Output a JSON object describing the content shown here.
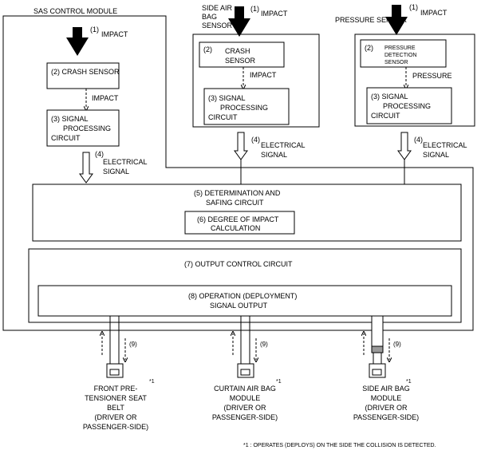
{
  "labels": {
    "sas_control_module": "SAS CONTROL MODULE",
    "side_air_bag_sensor": [
      "SIDE AIR",
      "BAG",
      "SENSOR"
    ],
    "pressure_sensor": "PRESSURE SENSOR",
    "impact_num": "(1)",
    "impact": "IMPACT",
    "crash_sensor_num": "(2)",
    "crash_sensor": "CRASH SENSOR",
    "crash_sensor_lines": [
      "CRASH",
      "SENSOR"
    ],
    "pressure_detection_sensor_num": "(2)",
    "pressure_detection_sensor": [
      "PRESSURE",
      "DETECTION",
      "SENSOR"
    ],
    "pressure": "PRESSURE",
    "signal_processing_num": "(3)",
    "signal_processing": [
      "SIGNAL",
      "PROCESSING",
      "CIRCUIT"
    ],
    "electrical_signal_num": "(4)",
    "electrical_signal": [
      "ELECTRICAL",
      "SIGNAL"
    ],
    "determination_num": "(5)",
    "determination": [
      "DETERMINATION AND",
      "SAFING CIRCUIT"
    ],
    "degree_num": "(6)",
    "degree": [
      "DEGREE OF IMPACT",
      "CALCULATION"
    ],
    "output_control_num": "(7)",
    "output_control": "OUTPUT CONTROL  CIRCUIT",
    "operation_num": "(8)",
    "operation": [
      "OPERATION (DEPLOYMENT)",
      "SIGNAL OUTPUT"
    ],
    "feedback_num": "(9)",
    "note_ref": "*1",
    "front_pretensioner": [
      "FRONT PRE-",
      "TENSIONER SEAT",
      "BELT",
      "(DRIVER OR",
      "PASSENGER-SIDE)"
    ],
    "curtain_air_bag": [
      "CURTAIN AIR BAG",
      "MODULE",
      "(DRIVER OR",
      "PASSENGER-SIDE)"
    ],
    "side_air_bag_module": [
      "SIDE AIR BAG",
      "MODULE",
      "(DRIVER OR",
      "PASSENGER-SIDE)"
    ],
    "footnote": "*1 : OPERATES (DEPLOYS) ON THE SIDE THE COLLISION IS DETECTED."
  }
}
